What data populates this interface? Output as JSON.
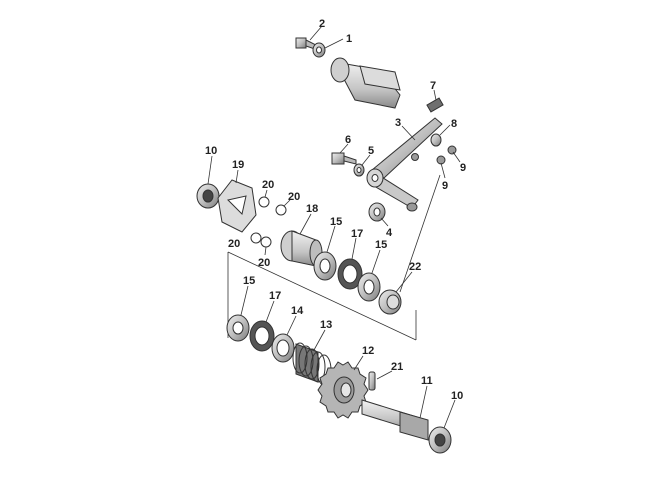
{
  "colors": {
    "stroke": "#333333",
    "metal": "#bfbfbf",
    "metal_dark": "#8a8a8a",
    "highlight": "#eeeeee",
    "background": "#ffffff"
  },
  "callouts": {
    "c1": "1",
    "c2": "2",
    "c3": "3",
    "c4": "4",
    "c5": "5",
    "c6": "6",
    "c7": "7",
    "c8": "8",
    "c9a": "9",
    "c9b": "9",
    "c10a": "10",
    "c10b": "10",
    "c11": "11",
    "c12": "12",
    "c13": "13",
    "c14": "14",
    "c15a": "15",
    "c15b": "15",
    "c15c": "15",
    "c17a": "17",
    "c17b": "17",
    "c18": "18",
    "c19": "19",
    "c20a": "20",
    "c20b": "20",
    "c20c": "20",
    "c20d": "20",
    "c21": "21",
    "c22": "22"
  }
}
